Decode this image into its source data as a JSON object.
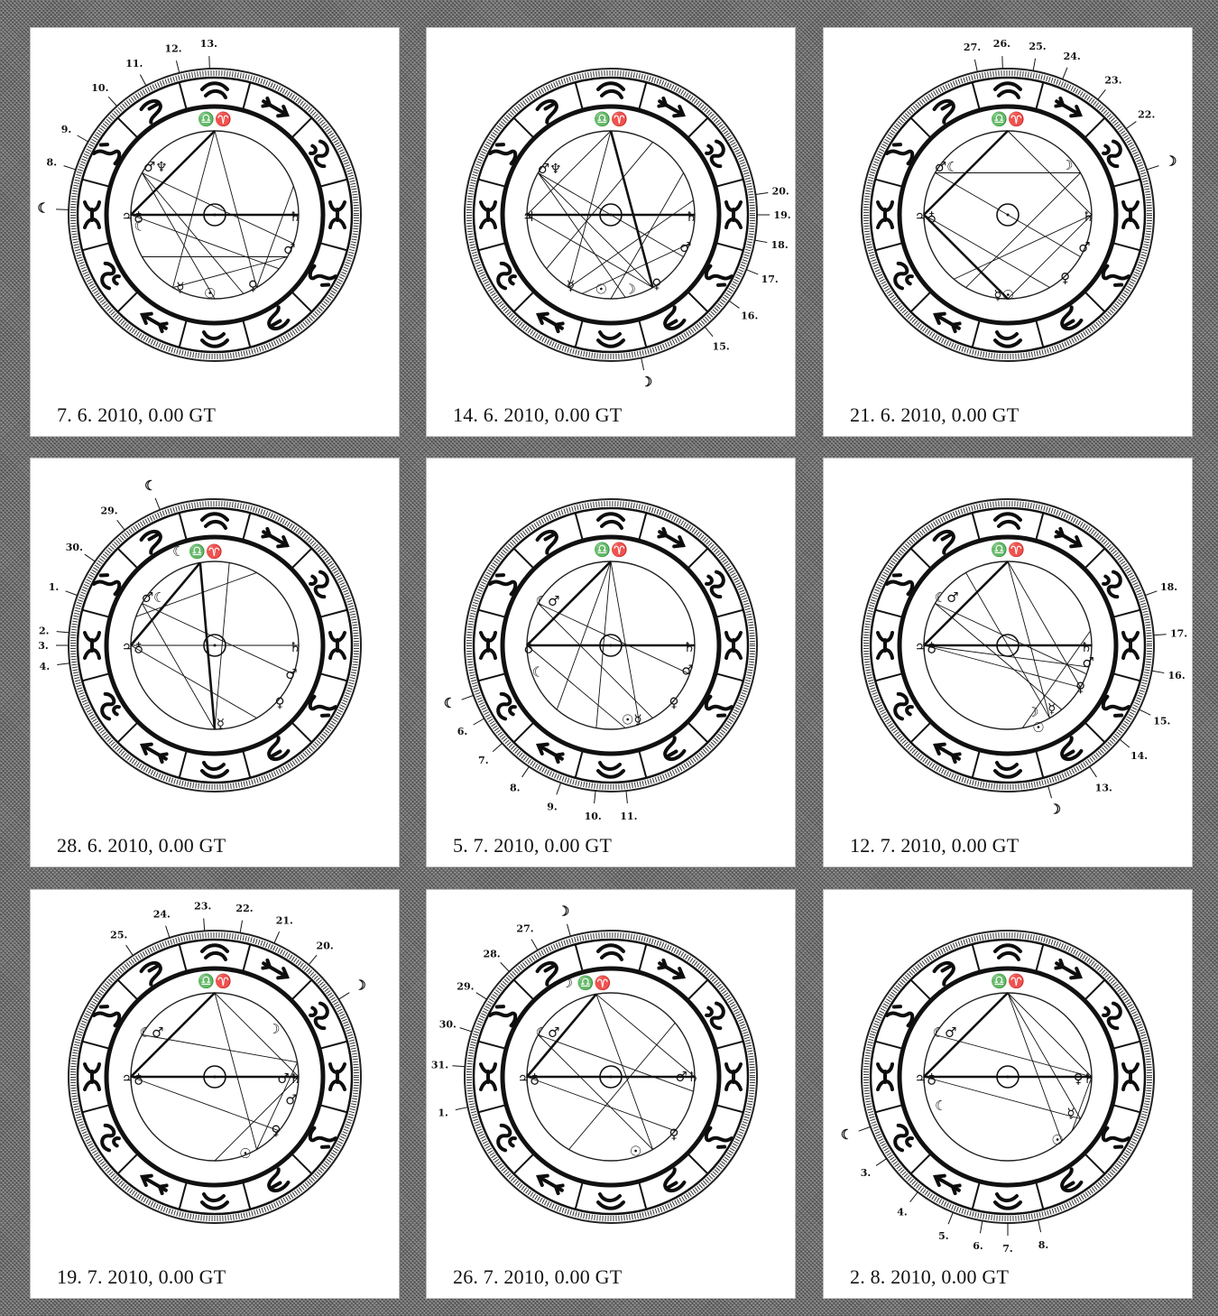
{
  "charts": [
    {
      "caption": "7. 6. 2010, 0.00 GT",
      "outer_markers": [
        "☾",
        "8.",
        "9.",
        "10.",
        "11.",
        "12.",
        "13."
      ],
      "planets": [
        "♎♈",
        "♂♆",
        "♃♁",
        "☾",
        "♄",
        "♂",
        "☿",
        "☉",
        "♀"
      ]
    },
    {
      "caption": "14. 6. 2010, 0.00 GT",
      "outer_markers": [
        "20.",
        "19.",
        "18.",
        "17.",
        "16.",
        "15.",
        "☽"
      ],
      "planets": [
        "♎♈",
        "♂♆",
        "♃",
        "♄",
        "♂",
        "☿",
        "☉",
        "☽",
        "♀"
      ]
    },
    {
      "caption": "21. 6. 2010, 0.00 GT",
      "outer_markers": [
        "27.",
        "26.",
        "25.",
        "24.",
        "23.",
        "22.",
        "☽"
      ],
      "planets": [
        "♎♈",
        "♂☾",
        "♃♁",
        "☽",
        "♄",
        "♂",
        "☿☉",
        "♀"
      ]
    },
    {
      "caption": "28. 6. 2010, 0.00 GT",
      "outer_markers": [
        "☾",
        "29.",
        "30.",
        "1.",
        "2.",
        "3.",
        "4."
      ],
      "planets": [
        "☾ ♎♈",
        "♂☾",
        "♃♁",
        "♄",
        "♂",
        "♀",
        "☿"
      ]
    },
    {
      "caption": "5. 7. 2010, 0.00 GT",
      "outer_markers": [
        "☾",
        "6.",
        "7.",
        "8.",
        "9.",
        "10.",
        "11."
      ],
      "planets": [
        "♎♈",
        "☾♂",
        "♁",
        "☾",
        "♄",
        "♂",
        "♀",
        "☉☿"
      ]
    },
    {
      "caption": "12. 7. 2010, 0.00 GT",
      "outer_markers": [
        "18.",
        "17.",
        "16.",
        "15.",
        "14.",
        "13.",
        "☽"
      ],
      "planets": [
        "♎♈",
        "☾♂",
        "♃♁",
        "♄",
        "♂",
        "♀",
        "☽",
        "☿",
        "☉"
      ]
    },
    {
      "caption": "19. 7. 2010, 0.00 GT",
      "outer_markers": [
        "25.",
        "24.",
        "23.",
        "22.",
        "21.",
        "20.",
        "☽"
      ],
      "planets": [
        "♎♈",
        "☾♂",
        "♃♁",
        "☽",
        "♂♄",
        "♂",
        "♀",
        "☉"
      ]
    },
    {
      "caption": "26. 7. 2010, 0.00 GT",
      "outer_markers": [
        "☽",
        "27.",
        "28.",
        "29.",
        "30.",
        "31.",
        "1."
      ],
      "planets": [
        "☽ ♎♈",
        "☾♂",
        "♃♁",
        "♂♄",
        "♀",
        "☉"
      ]
    },
    {
      "caption": "2. 8. 2010, 0.00 GT",
      "outer_markers": [
        "☾",
        "3.",
        "4.",
        "5.",
        "6.",
        "7.",
        "8."
      ],
      "planets": [
        "♎♈",
        "☾♂",
        "♃♁",
        "☾",
        "♀♄",
        "☿",
        "☉"
      ]
    }
  ]
}
